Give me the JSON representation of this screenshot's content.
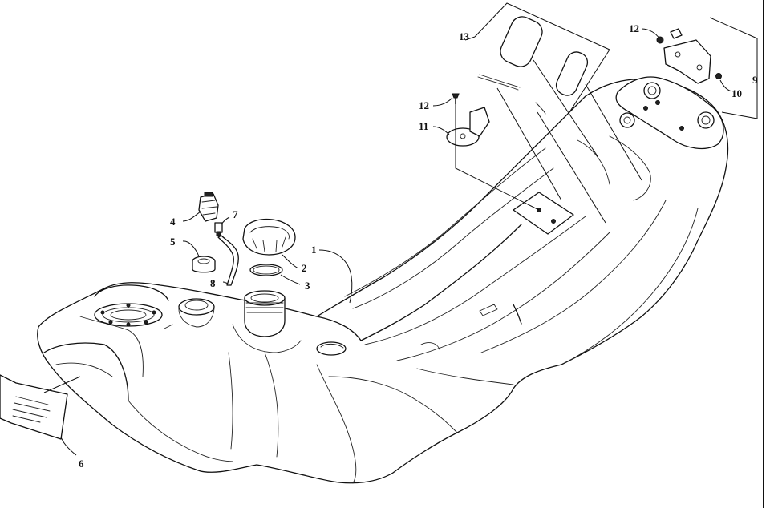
{
  "diagram": {
    "callouts": [
      "1",
      "2",
      "3",
      "4",
      "5",
      "6",
      "7",
      "8",
      "9",
      "10",
      "11",
      "12",
      "12",
      "13"
    ]
  }
}
